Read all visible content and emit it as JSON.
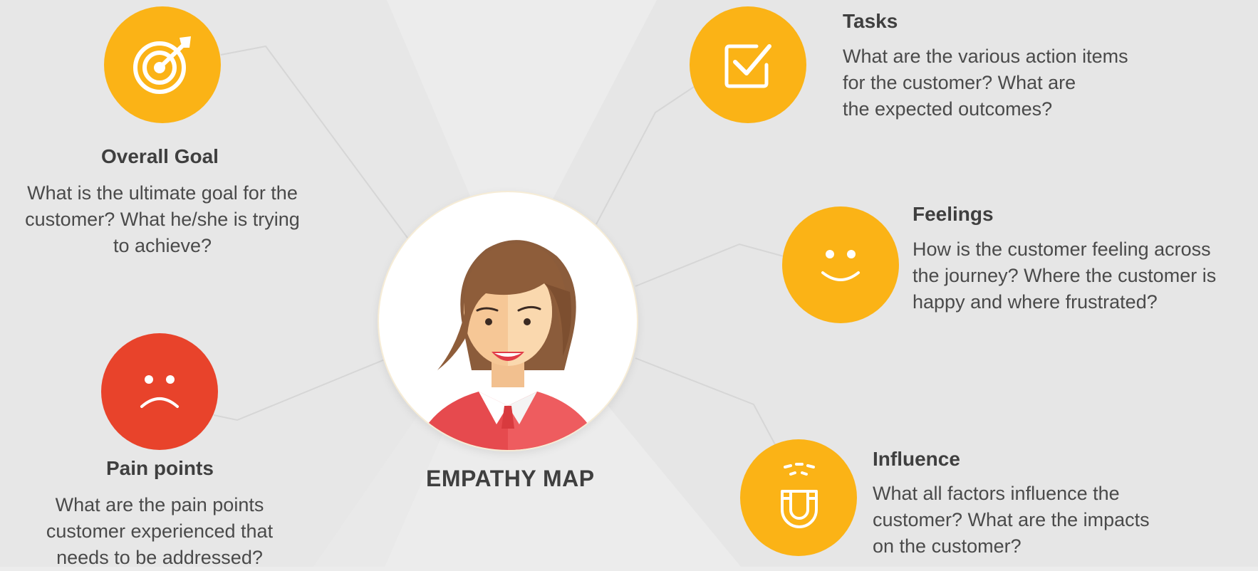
{
  "center": {
    "label": "EMPATHY MAP"
  },
  "sections": {
    "overall_goal": {
      "title": "Overall Goal",
      "lines": [
        "What is the ultimate goal for the",
        "customer? What he/she is trying",
        "to achieve?"
      ],
      "icon": "target-icon"
    },
    "pain_points": {
      "title": "Pain points",
      "lines": [
        "What are the pain points",
        "customer experienced that",
        "needs to be addressed?"
      ],
      "icon": "sad-face-icon"
    },
    "tasks": {
      "title": "Tasks",
      "lines": [
        "What are the various action items",
        "for the customer? What are",
        "the expected outcomes?"
      ],
      "icon": "checkbox-icon"
    },
    "feelings": {
      "title": "Feelings",
      "lines": [
        "How is the customer feeling across",
        "the journey? Where the customer is",
        "happy and where frustrated?"
      ],
      "icon": "smile-face-icon"
    },
    "influence": {
      "title": "Influence",
      "lines": [
        "What all factors influence the",
        "customer? What are the impacts",
        "on the customer?"
      ],
      "icon": "magnet-icon"
    }
  },
  "colors": {
    "accent": "#fbb316",
    "alert": "#e8432b",
    "background": "#ececec",
    "text": "#3f3f3f"
  }
}
